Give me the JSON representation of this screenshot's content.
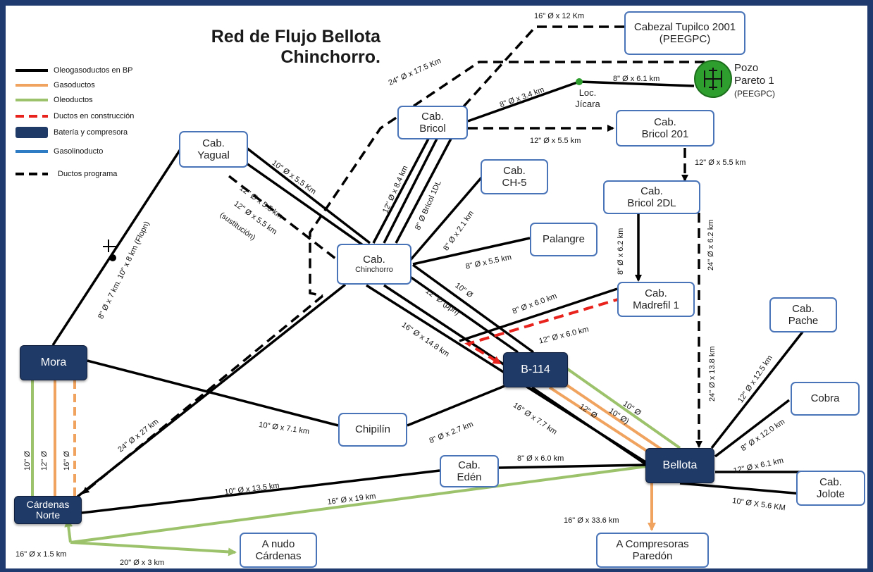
{
  "title": {
    "line1": "Red de Flujo Bellota",
    "line2": "Chinchorro."
  },
  "legend": [
    {
      "label": "Oleogasoductos  en BP",
      "color": "#000000",
      "style": "solid"
    },
    {
      "label": "Gasoductos",
      "color": "#f0a35e",
      "style": "solid"
    },
    {
      "label": "Oleoductos",
      "color": "#9cc36b",
      "style": "solid"
    },
    {
      "label": "Ductos en  construcción",
      "color": "#e8221c",
      "style": "dashed"
    },
    {
      "label": "Batería y compresora",
      "color": "#1f3a66",
      "style": "box"
    },
    {
      "label": "Gasolinoducto",
      "color": "#2e7cc4",
      "style": "solid"
    },
    {
      "label": "Ductos programa",
      "color": "#000000",
      "style": "dashed"
    }
  ],
  "nodes": {
    "cabezal_tupilco": {
      "line1": "Cabezal Tupilco 2001",
      "line2": "(PEEGPC)"
    },
    "pozo_pareto": {
      "line1": "Pozo",
      "line2": "Pareto 1",
      "line3": "(PEEGPC)"
    },
    "loc_jicara": {
      "line1": "Loc.",
      "line2": "Jícara"
    },
    "cab_bricol": {
      "line1": "Cab.",
      "line2": "Bricol"
    },
    "cab_bricol_201": {
      "line1": "Cab.",
      "line2": "Bricol 201"
    },
    "cab_yagual": {
      "line1": "Cab.",
      "line2": "Yagual"
    },
    "cab_ch5": {
      "line1": "Cab.",
      "line2": "CH-5"
    },
    "cab_bricol_2dl": {
      "line1": "Cab.",
      "line2": "Bricol 2DL"
    },
    "palangre": {
      "line1": "Palangre"
    },
    "cab_chinchorro": {
      "line1": "Cab.",
      "line2": "Chinchorro"
    },
    "cab_madrefil": {
      "line1": "Cab.",
      "line2": "Madrefil 1"
    },
    "cab_pache": {
      "line1": "Cab.",
      "line2": "Pache"
    },
    "mora": {
      "line1": "Mora"
    },
    "b114": {
      "line1": "B-114"
    },
    "cobra": {
      "line1": "Cobra"
    },
    "chipilin": {
      "line1": "Chipilín"
    },
    "cab_eden": {
      "line1": "Cab.",
      "line2": "Edén"
    },
    "bellota": {
      "line1": "Bellota"
    },
    "cab_jolote": {
      "line1": "Cab.",
      "line2": "Jolote"
    },
    "cardenas_norte": {
      "line1": "Cárdenas",
      "line2": "Norte"
    },
    "a_nudo_cardenas": {
      "line1": "A nudo",
      "line2": "Cárdenas"
    },
    "a_compresoras": {
      "line1": "A Compresoras",
      "line2": "Paredón"
    }
  },
  "pipe_labels": {
    "tupilco_16_12": "16\" Ø x 12 Km",
    "pareto_24_175": "24\" Ø  x 17.5 Km",
    "pareto_jicara": "8\" Ø x 6.1 km",
    "jicara_bricol": "8\" Ø x 3.4 km",
    "bricol_bricol201": "12\" Ø x 5.5 km",
    "bricol201_2dl": "12\" Ø x 5.5 km",
    "yagual_10": "10\" Ø x 5.5 Km",
    "yagual_12": "12\" Ø x 5.5 km",
    "yagual_12s": "12\" Ø x 5.5 km",
    "yagual_sust": "(sustitución)",
    "bricol_12_84": "12\" Ø x 8.4 km",
    "bricol_1dl": "8\" Ø Bricol 1DL",
    "ch5_8_21": "8\" Ø x 2.1 km",
    "palangre_8_55": "8\" Ø x 5.5 km",
    "bricol2dl_8_62": "8\" Ø x 6.2 km",
    "bricol2dl_24_62": "24\" Ø x 6.2 km",
    "chin_10": "10\" Ø",
    "chin_12": "12\" Ø (ppn)",
    "madrefil_8_60": "8\" Ø x 6.0 km",
    "madrefil_12_60": "12\" Ø x 6.0 km",
    "chin_16_148": "16\" Ø x 14.8 km",
    "mora_yagual": "8\" Ø x 7 km. 10\" x 8 km (Flopn)",
    "tupilco_24_27": "24\" Ø x 27 km",
    "mora_chipilin": "10\" Ø x 7.1 km",
    "chipilin_b114": "8\" Ø x 2.7 km",
    "b114_bellota_16": "16\" Ø x 7.7 km",
    "b114_bellota_12": "12\" Ø",
    "b114_bellota_10a": "10\" Ø",
    "b114_bellota_10b": "10\" Ø)",
    "bricol2dl_24_138": "24\" Ø x 13.8 km",
    "pache_12_125": "12\" Ø x 12.5 km",
    "cobra_8_120": "8\" Ø x 12.0 km",
    "jolote_12_61": "12\" Ø x  6.1 km",
    "jolote_10_56": "10\" Ø X 5.6 KM",
    "eden_8_60": "8\" Ø x 6.0 km",
    "cardenas_10_135": "10\" Ø x 13.5 km",
    "cardenas_16_19": "16\" Ø x 19 km",
    "bellota_16_336": "16\" Ø x 33.6 km",
    "mora_10": "10\" Ø",
    "mora_12": "12\" Ø",
    "mora_16": "16\" Ø",
    "cardenas_16_15": "16\" Ø x 1.5  km",
    "cardenas_20_3": "20\" Ø x 3 km"
  },
  "colors": {
    "oleogas": "#000000",
    "gas": "#f0a35e",
    "oil": "#9cc36b",
    "construction": "#e8221c",
    "battery": "#1f3a66",
    "node_border": "#4a74b8",
    "frame": "#1f3a6e",
    "well": "#2e9e2e"
  }
}
